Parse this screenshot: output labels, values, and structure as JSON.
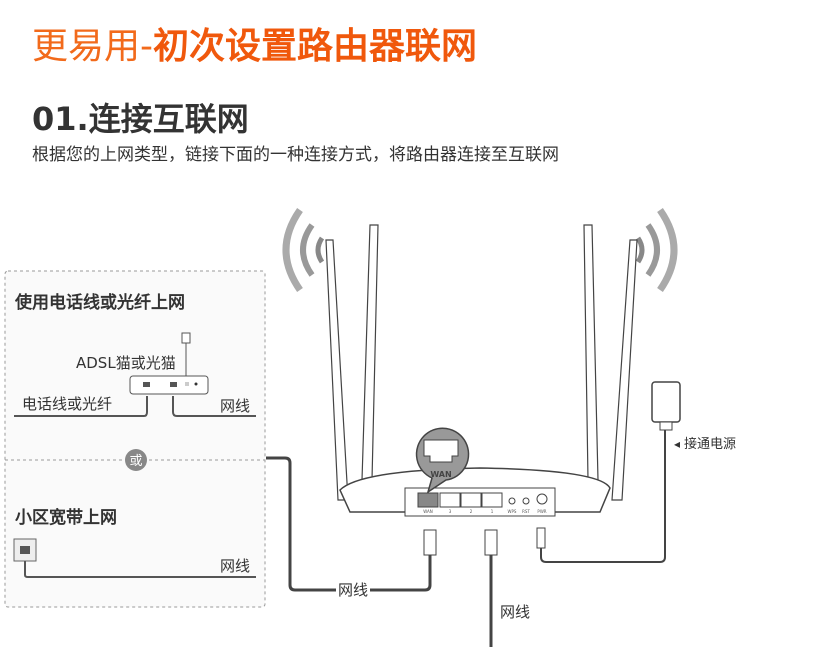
{
  "title": {
    "prefix": "更易用-",
    "main": "初次设置路由器联网"
  },
  "step": {
    "heading": "01.连接互联网",
    "description": "根据您的上网类型，链接下面的一种连接方式，将路由器连接至互联网"
  },
  "left_panel": {
    "option1_title": "使用电话线或光纤上网",
    "modem_label": "ADSL猫或光猫",
    "phone_line_label": "电话线或光纤",
    "cable_label_1": "网线",
    "or_badge": "或",
    "option2_title": "小区宽带上网",
    "cable_label_2": "网线"
  },
  "router": {
    "wan_callout": "WAN",
    "ports": [
      "WAN",
      "3",
      "2",
      "1",
      "WPS",
      "RST",
      "PWR"
    ],
    "power_label": "接通电源"
  },
  "cables": {
    "wan_cable_label": "网线",
    "lan_cable_label": "网线"
  }
}
